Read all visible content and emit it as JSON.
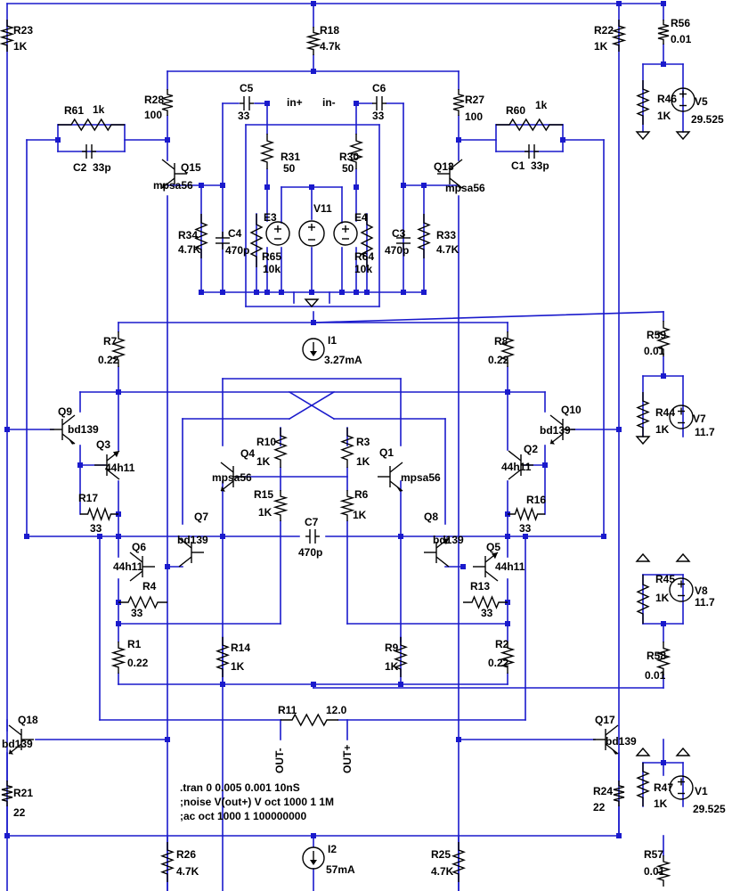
{
  "schematic": {
    "components": [
      {
        "id": "R23",
        "name": "R23",
        "value": "1K",
        "kind": "resistor"
      },
      {
        "id": "R18",
        "name": "R18",
        "value": "4.7k",
        "kind": "resistor"
      },
      {
        "id": "R22",
        "name": "R22",
        "value": "1K",
        "kind": "resistor"
      },
      {
        "id": "R56",
        "name": "R56",
        "value": "0.01",
        "kind": "resistor"
      },
      {
        "id": "R28",
        "name": "R28",
        "value": "100",
        "kind": "resistor"
      },
      {
        "id": "R27",
        "name": "R27",
        "value": "100",
        "kind": "resistor"
      },
      {
        "id": "R61",
        "name": "R61",
        "value": "1k",
        "kind": "resistor"
      },
      {
        "id": "R60",
        "name": "R60",
        "value": "1k",
        "kind": "resistor"
      },
      {
        "id": "C2",
        "name": "C2",
        "value": "33p",
        "kind": "capacitor"
      },
      {
        "id": "C1",
        "name": "C1",
        "value": "33p",
        "kind": "capacitor"
      },
      {
        "id": "C5",
        "name": "C5",
        "value": "33",
        "kind": "capacitor"
      },
      {
        "id": "C6",
        "name": "C6",
        "value": "33",
        "kind": "capacitor"
      },
      {
        "id": "R46",
        "name": "R46",
        "value": "1K",
        "kind": "resistor"
      },
      {
        "id": "V5",
        "name": "V5",
        "value": "29.525",
        "kind": "voltage-source"
      },
      {
        "id": "R31",
        "name": "R31",
        "value": "50",
        "kind": "resistor"
      },
      {
        "id": "R30",
        "name": "R30",
        "value": "50",
        "kind": "resistor"
      },
      {
        "id": "Q15",
        "name": "Q15",
        "value": "mpsa56",
        "kind": "transistor"
      },
      {
        "id": "Q13",
        "name": "Q13",
        "value": "mpsa56",
        "kind": "transistor"
      },
      {
        "id": "E3",
        "name": "E3",
        "value": "",
        "kind": "source"
      },
      {
        "id": "E4",
        "name": "E4",
        "value": "",
        "kind": "source"
      },
      {
        "id": "V11",
        "name": "V11",
        "value": "",
        "kind": "voltage-source"
      },
      {
        "id": "R34",
        "name": "R34",
        "value": "4.7K",
        "kind": "resistor"
      },
      {
        "id": "R33",
        "name": "R33",
        "value": "4.7K",
        "kind": "resistor"
      },
      {
        "id": "C4",
        "name": "C4",
        "value": "470p",
        "kind": "capacitor"
      },
      {
        "id": "C3",
        "name": "C3",
        "value": "470p",
        "kind": "capacitor"
      },
      {
        "id": "R65",
        "name": "R65",
        "value": "10k",
        "kind": "resistor"
      },
      {
        "id": "R64",
        "name": "R64",
        "value": "10k",
        "kind": "resistor"
      },
      {
        "id": "R7",
        "name": "R7",
        "value": "0.22",
        "kind": "resistor"
      },
      {
        "id": "R8",
        "name": "R8",
        "value": "0.22",
        "kind": "resistor"
      },
      {
        "id": "I1",
        "name": "I1",
        "value": "3.27mA",
        "kind": "current-source"
      },
      {
        "id": "R59",
        "name": "R59",
        "value": "0.01",
        "kind": "resistor"
      },
      {
        "id": "Q9",
        "name": "Q9",
        "value": "bd139",
        "kind": "transistor"
      },
      {
        "id": "Q10",
        "name": "Q10",
        "value": "bd139",
        "kind": "transistor"
      },
      {
        "id": "R44",
        "name": "R44",
        "value": "1K",
        "kind": "resistor"
      },
      {
        "id": "V7",
        "name": "V7",
        "value": "11.7",
        "kind": "voltage-source"
      },
      {
        "id": "Q3",
        "name": "Q3",
        "value": "44h11",
        "kind": "transistor"
      },
      {
        "id": "Q2",
        "name": "Q2",
        "value": "44h11",
        "kind": "transistor"
      },
      {
        "id": "R10",
        "name": "R10",
        "value": "1K",
        "kind": "resistor"
      },
      {
        "id": "R3",
        "name": "R3",
        "value": "1K",
        "kind": "resistor"
      },
      {
        "id": "Q4",
        "name": "Q4",
        "value": "mpsa56",
        "kind": "transistor"
      },
      {
        "id": "Q1",
        "name": "Q1",
        "value": "mpsa56",
        "kind": "transistor"
      },
      {
        "id": "R15",
        "name": "R15",
        "value": "1K",
        "kind": "resistor"
      },
      {
        "id": "R6",
        "name": "R6",
        "value": "1K",
        "kind": "resistor"
      },
      {
        "id": "R17",
        "name": "R17",
        "value": "33",
        "kind": "resistor"
      },
      {
        "id": "R16",
        "name": "R16",
        "value": "33",
        "kind": "resistor"
      },
      {
        "id": "Q7",
        "name": "Q7",
        "value": "bd139",
        "kind": "transistor"
      },
      {
        "id": "Q8",
        "name": "Q8",
        "value": "bd139",
        "kind": "transistor"
      },
      {
        "id": "C7",
        "name": "C7",
        "value": "470p",
        "kind": "capacitor"
      },
      {
        "id": "Q6",
        "name": "Q6",
        "value": "44h11",
        "kind": "transistor"
      },
      {
        "id": "Q5",
        "name": "Q5",
        "value": "44h11",
        "kind": "transistor"
      },
      {
        "id": "R4",
        "name": "R4",
        "value": "33",
        "kind": "resistor"
      },
      {
        "id": "R13",
        "name": "R13",
        "value": "33",
        "kind": "resistor"
      },
      {
        "id": "R45",
        "name": "R45",
        "value": "1K",
        "kind": "resistor"
      },
      {
        "id": "V8",
        "name": "V8",
        "value": "11.7",
        "kind": "voltage-source"
      },
      {
        "id": "R1",
        "name": "R1",
        "value": "0.22",
        "kind": "resistor"
      },
      {
        "id": "R2",
        "name": "R2",
        "value": "0.22",
        "kind": "resistor"
      },
      {
        "id": "R14",
        "name": "R14",
        "value": "1K",
        "kind": "resistor"
      },
      {
        "id": "R9",
        "name": "R9",
        "value": "1K",
        "kind": "resistor"
      },
      {
        "id": "R58",
        "name": "R58",
        "value": "0.01",
        "kind": "resistor"
      },
      {
        "id": "R11",
        "name": "R11",
        "value": "12.0",
        "kind": "resistor"
      },
      {
        "id": "Q18",
        "name": "Q18",
        "value": "bd139",
        "kind": "transistor"
      },
      {
        "id": "Q17",
        "name": "Q17",
        "value": "bd139",
        "kind": "transistor"
      },
      {
        "id": "R21",
        "name": "R21",
        "value": "22",
        "kind": "resistor"
      },
      {
        "id": "R24",
        "name": "R24",
        "value": "22",
        "kind": "resistor"
      },
      {
        "id": "R47",
        "name": "R47",
        "value": "1K",
        "kind": "resistor"
      },
      {
        "id": "V1",
        "name": "V1",
        "value": "29.525",
        "kind": "voltage-source"
      },
      {
        "id": "R26",
        "name": "R26",
        "value": "4.7K",
        "kind": "resistor"
      },
      {
        "id": "R25",
        "name": "R25",
        "value": "4.7K",
        "kind": "resistor"
      },
      {
        "id": "I2",
        "name": "I2",
        "value": "57mA",
        "kind": "current-source"
      },
      {
        "id": "R57",
        "name": "R57",
        "value": "0.01",
        "kind": "resistor"
      }
    ],
    "net_labels": {
      "in_plus": "in+",
      "in_minus": "in-",
      "out_minus": "OUT-",
      "out_plus": "OUT+"
    },
    "directives": [
      ".tran 0 0.005 0.001 10nS",
      ";noise V(out+) V oct 1000 1 1M",
      ";ac oct 1000 1 100000000"
    ],
    "colors": {
      "wire": "#1a1acc",
      "component": "#000000",
      "background": "#ffffff"
    }
  }
}
